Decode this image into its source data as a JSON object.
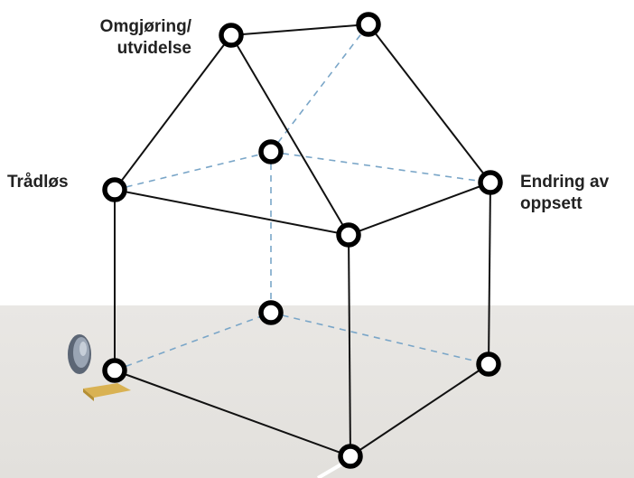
{
  "labels": {
    "rebuild_line1": "Omgjøring/",
    "rebuild_line2": "utvidelse",
    "wireless": "Trådløs",
    "reconfig_line1": "Endring av",
    "reconfig_line2": "oppsett"
  },
  "colors": {
    "solid_edge": "#111111",
    "dashed_edge": "#7aa6c8",
    "node_stroke": "#000000",
    "node_fill": "#ffffff",
    "floor": "#e8e6e3"
  }
}
